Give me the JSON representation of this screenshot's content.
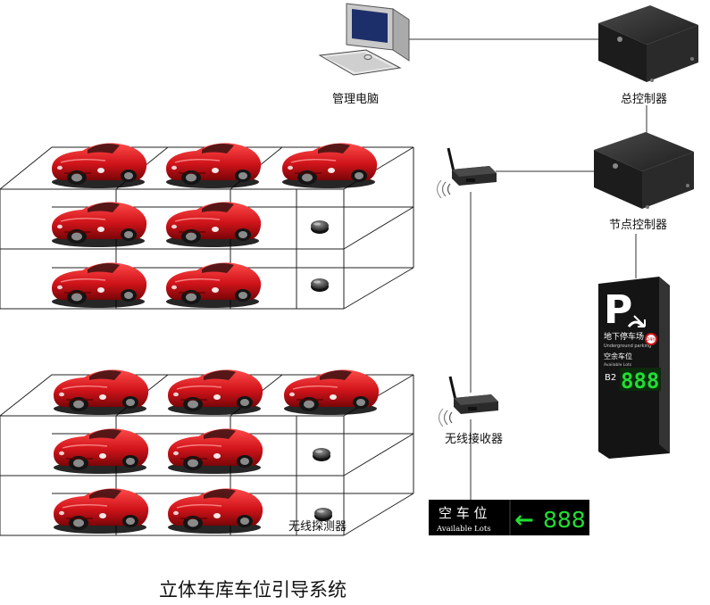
{
  "labels": {
    "pc": "管理电脑",
    "main_controller": "总控制器",
    "node_controller": "节点控制器",
    "receiver": "无线接收器",
    "detector": "无线探测器",
    "title": "立体车库车位引导系统"
  },
  "guidance_sign": {
    "letter": "P",
    "name_cn": "地下停车场",
    "name_en": "Underground parking",
    "badge": "24h",
    "vacant_cn": "空余车位",
    "vacant_en": "Available Lots",
    "level": "B2",
    "count": "888"
  },
  "led_display": {
    "text_cn": "空 车 位",
    "text_en": "Available Lots",
    "arrow": "←",
    "count": "888"
  },
  "colors": {
    "car_red": "#d0141a",
    "led_green": "#22dd33",
    "device_dark": "#2c2c2c",
    "wire": "#333333"
  }
}
